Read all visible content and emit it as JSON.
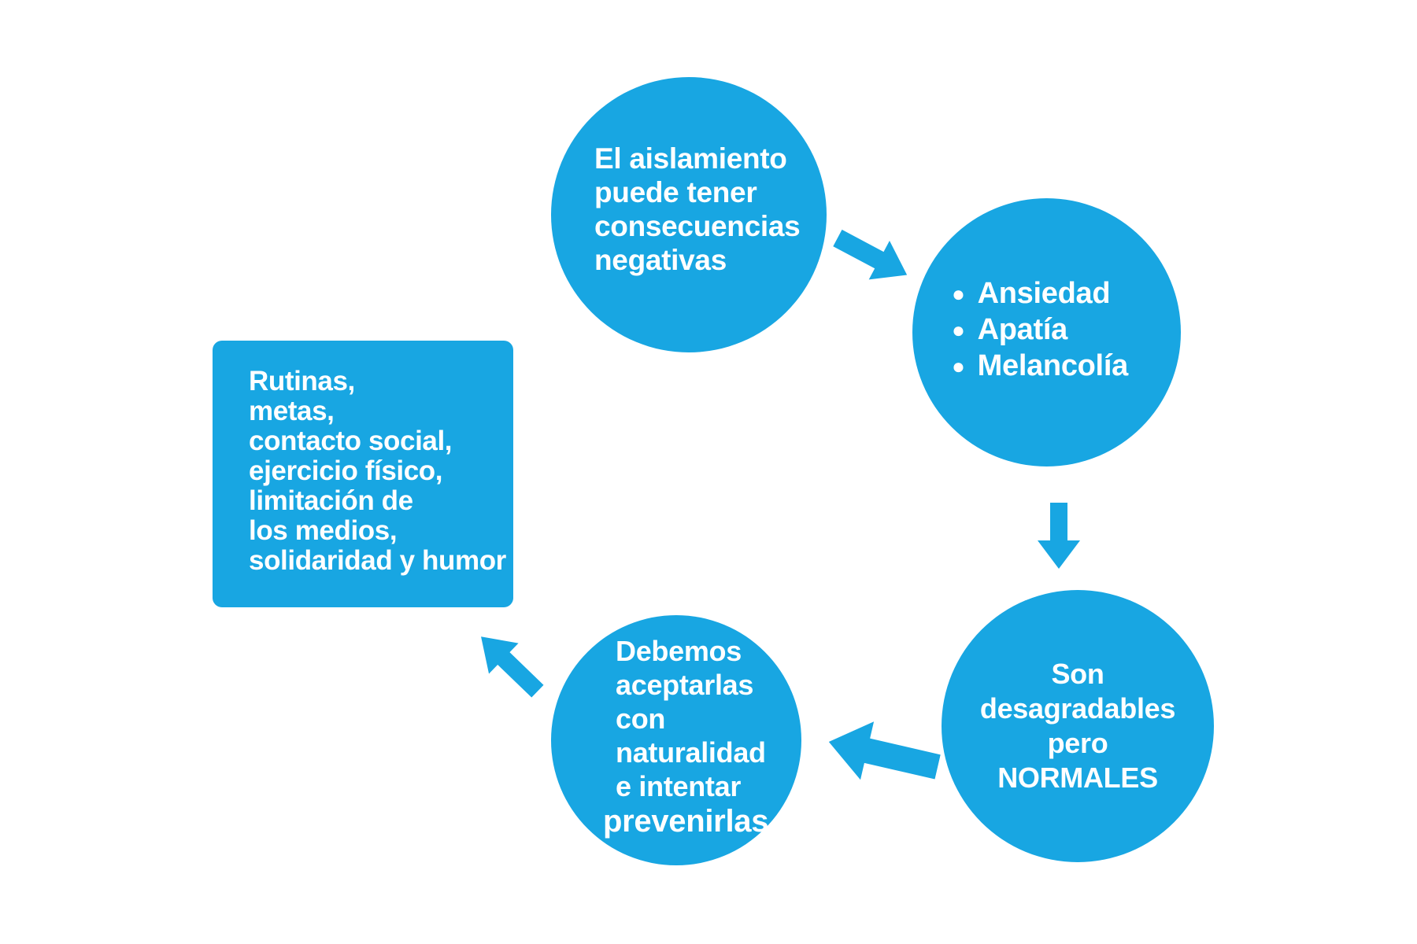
{
  "diagram": {
    "background_color": "#ffffff",
    "shape_color": "#18A6E2",
    "text_color": "#ffffff",
    "nodes": [
      {
        "id": "consequences",
        "shape": "circle",
        "lines": [
          "El aislamiento",
          "puede tener",
          "consecuencias",
          "negativas"
        ]
      },
      {
        "id": "symptoms",
        "shape": "circle",
        "bullet_glyph": "●",
        "items": [
          "Ansiedad",
          "Apatía",
          "Melancolía"
        ]
      },
      {
        "id": "normal",
        "shape": "circle",
        "lines": [
          "Son",
          "desagradables",
          "pero",
          "NORMALES"
        ]
      },
      {
        "id": "accept",
        "shape": "circle",
        "lines": [
          "Debemos",
          "aceptarlas",
          "con",
          "naturalidad",
          "e intentar"
        ],
        "emphasis_line": "prevenirlas"
      },
      {
        "id": "strategies",
        "shape": "rounded-rect",
        "lines": [
          "Rutinas,",
          "metas,",
          "contacto social,",
          "ejercicio físico,",
          "limitación de",
          "los medios,",
          "solidaridad y humor"
        ]
      }
    ],
    "arrows": [
      {
        "id": "arrow-1",
        "icon": "block-arrow-down-right-icon"
      },
      {
        "id": "arrow-2",
        "icon": "block-arrow-down-icon"
      },
      {
        "id": "arrow-3",
        "icon": "block-arrow-left-icon"
      },
      {
        "id": "arrow-4",
        "icon": "block-arrow-up-left-icon"
      }
    ]
  }
}
